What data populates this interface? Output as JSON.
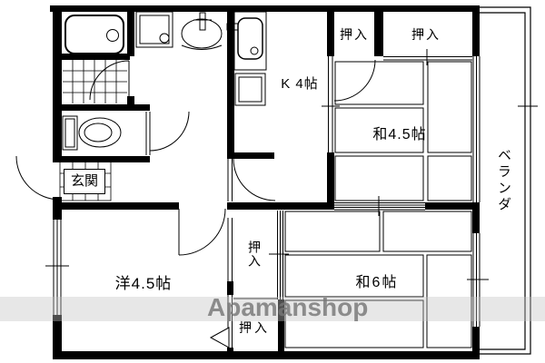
{
  "document": {
    "type": "apartment-floor-plan"
  },
  "labels": {
    "genkan": "玄関",
    "kitchen": "K 4帖",
    "washitsu45": "和4.5帖",
    "washitsu6": "和6帖",
    "youshitsu45": "洋4.5帖",
    "veranda": "ベランダ",
    "closet1": "押入",
    "closet2": "押入",
    "closet3": "押入",
    "closet4": "押入"
  },
  "watermark": {
    "text": "Apamanshop",
    "color": "#767676",
    "band_color": "#c3c3c3"
  },
  "fixtures": {
    "bathtub": "bathtub-icon",
    "washing_machine": "washing-machine-icon",
    "washbasin": "washbasin-icon",
    "kitchen_sink": "kitchen-sink-icon",
    "stove": "stove-icon",
    "toilet": "toilet-icon"
  },
  "colors": {
    "line": "#000000",
    "background": "#ffffff"
  }
}
